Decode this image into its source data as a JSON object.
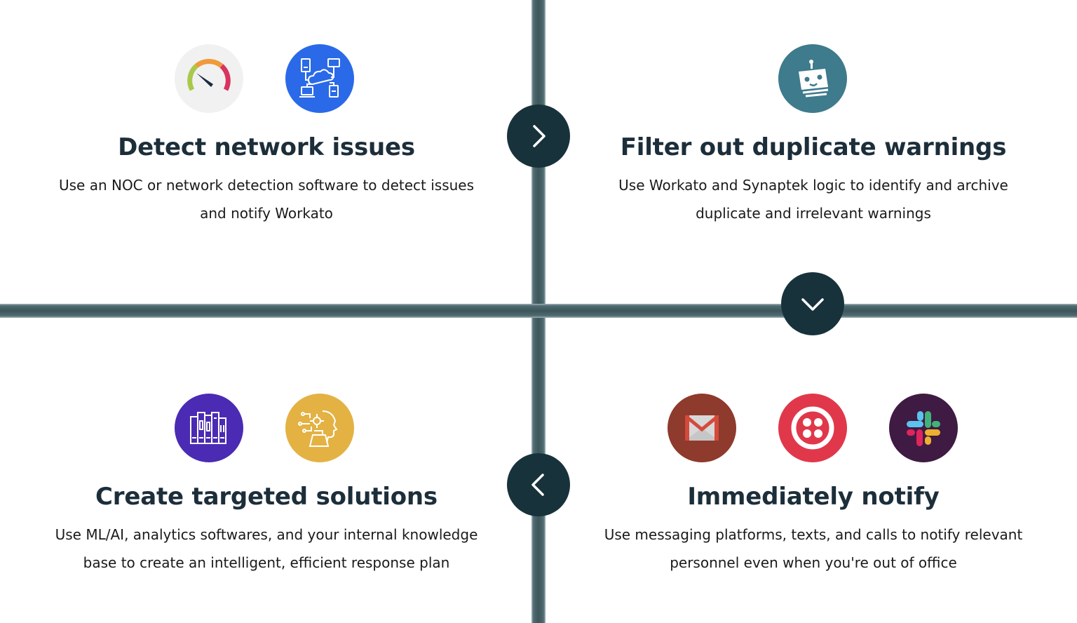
{
  "steps": [
    {
      "title": "Detect network issues",
      "description_line1": "Use an NOC or network detection software to detect issues",
      "description_line2": "and notify Workato",
      "icons": [
        "speedometer-icon",
        "network-cloud-icon"
      ]
    },
    {
      "title": "Filter out duplicate warnings",
      "description_line1": "Use Workato and Synaptek logic to identify and archive",
      "description_line2": "duplicate and irrelevant warnings",
      "icons": [
        "robot-icon"
      ]
    },
    {
      "title": "Immediately notify",
      "description_line1": "Use messaging platforms, texts, and calls to notify relevant",
      "description_line2": "personnel even when you're out of office",
      "icons": [
        "gmail-icon",
        "twilio-icon",
        "slack-icon"
      ]
    },
    {
      "title": "Create targeted solutions",
      "description_line1": "Use ML/AI, analytics softwares, and your internal knowledge",
      "description_line2": "base to create an intelligent, efficient response plan",
      "icons": [
        "books-icon",
        "ai-head-icon"
      ]
    }
  ],
  "navigation": {
    "next_right": "chevron-right-icon",
    "next_down": "chevron-down-icon",
    "next_left": "chevron-left-icon"
  },
  "colors": {
    "heading": "#1c2e3a",
    "button_bg": "#17323b",
    "divider": "#3d565c",
    "speedometer_bg": "#f2f2f2",
    "network_bg": "#2a6ae8",
    "robot_bg": "#3e7b8c",
    "books_bg": "#4b2bb3",
    "ai_bg": "#e3b243",
    "gmail_bg": "#8e3a2c",
    "twilio_bg": "#e0384a",
    "slack_bg": "#3f1a43"
  }
}
